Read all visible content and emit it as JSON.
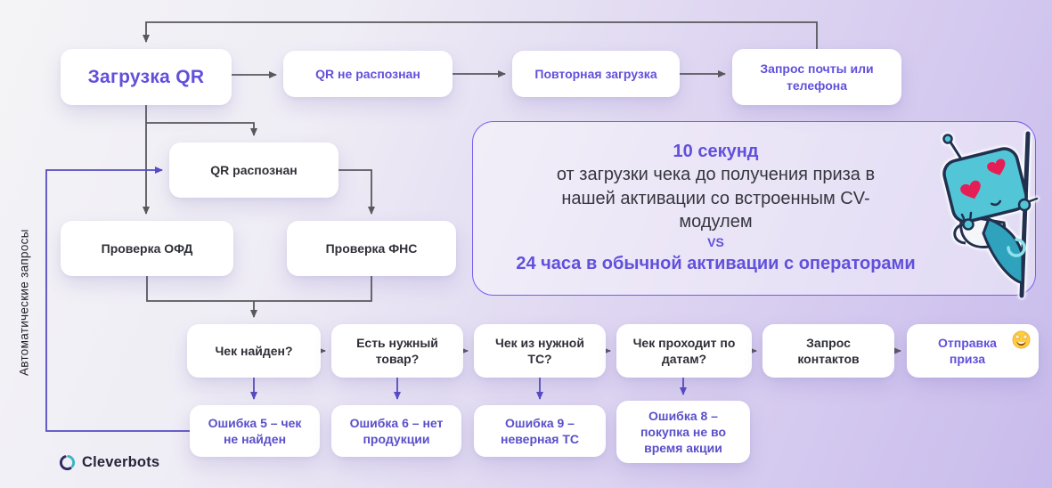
{
  "side_label": "Автоматические запросы",
  "flow": {
    "zagruzka_qr": "Загрузка QR",
    "qr_ne_raspoznan": "QR не распознан",
    "povtornaya_zagruzka": "Повторная загрузка",
    "zapros_pochty": "Запрос почты или телефона",
    "qr_raspoznan": "QR распознан",
    "proverka_ofd": "Проверка ОФД",
    "proverka_fns": "Проверка ФНС",
    "chek_nayden": "Чек найден?",
    "est_nuzhny_tovar": "Есть нужный товар?",
    "chek_iz_nuzhnoy_ts": "Чек из нужной ТС?",
    "chek_prohodit_po_datam": "Чек проходит по датам?",
    "zapros_kontaktov": "Запрос контактов",
    "otpravka_priza": "Отправка приза",
    "otpravka_priza_emoji": "🤩",
    "oshibka_5": "Ошибка 5 – чек не найден",
    "oshibka_6": "Ошибка 6 – нет продукции",
    "oshibka_9": "Ошибка 9 – неверная ТС",
    "oshibka_8": "Ошибка 8 – покупка не во время акции"
  },
  "info_box": {
    "headline": "10 секунд",
    "body": "от загрузки чека до получения приза в нашей активации со встроенным CV-модулем",
    "vs": "VS",
    "comparison": "24 часа в обычной активации с операторами"
  },
  "brand": {
    "name": "Cleverbots"
  },
  "mascot": {
    "name": "robot-heart-eyes-sticker"
  },
  "colors": {
    "accent_purple": "#6150dc",
    "error_purple": "#5a4fc9",
    "line_gray": "#58585c",
    "line_purple": "#554bc4",
    "info_border": "#7a5cf0",
    "robot_teal": "#52c6d6",
    "heart_red": "#e61e56"
  }
}
